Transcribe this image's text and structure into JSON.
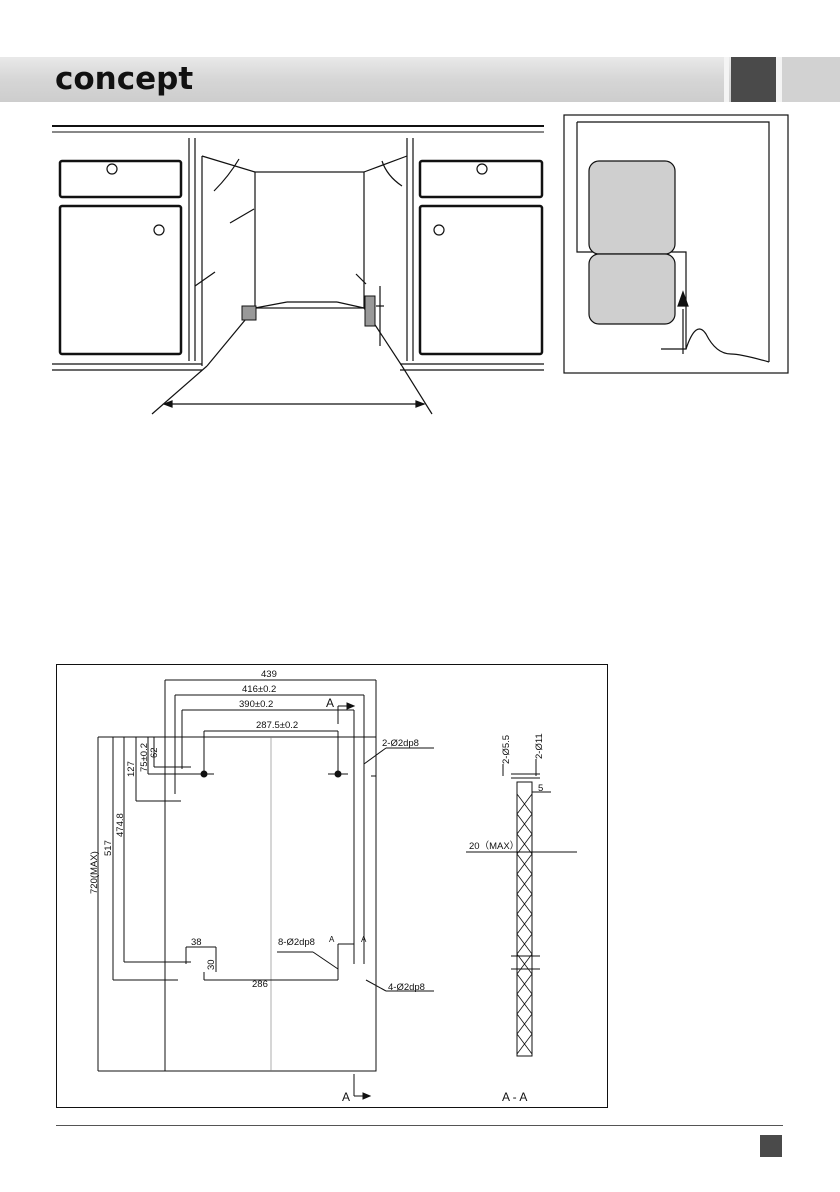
{
  "header": {
    "brand": "concept"
  },
  "drawing": {
    "section_mark": "A",
    "section_label": "A - A",
    "dims": {
      "w439": "439",
      "w416": "416±0.2",
      "w390": "390±0.2",
      "w287": "287.5±0.2",
      "h75": "75±0.2",
      "h62": "62",
      "h127": "127",
      "h474": "474.8",
      "h517": "517",
      "h720": "720(MAX)",
      "w38": "38",
      "h30": "30",
      "w286": "286",
      "holes_top": "2-Ø2dp8",
      "holes_mid": "8-Ø2dp8",
      "holes_bot": "4-Ø2dp8",
      "d55": "2-Ø5.5",
      "d11": "2-Ø11",
      "t5": "5",
      "t20": "20（MAX）"
    }
  }
}
